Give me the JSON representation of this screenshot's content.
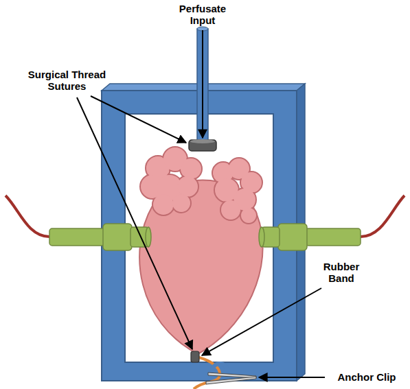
{
  "diagram": {
    "labels": [
      "Perfusate Input",
      "Surgical Thread Sutures",
      "Rubber Band",
      "Anchor Clip"
    ]
  }
}
